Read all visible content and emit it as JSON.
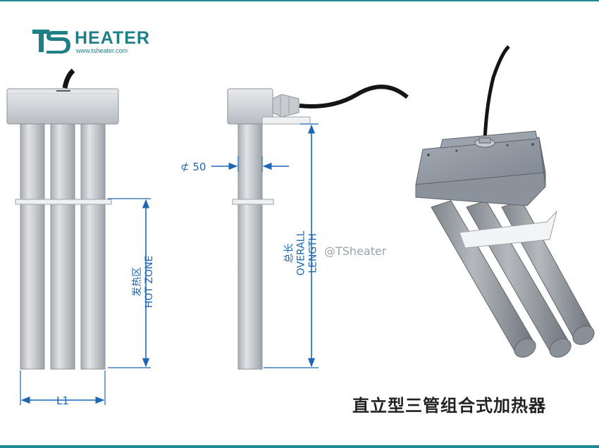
{
  "brand": {
    "mark": "TS",
    "name": "HEATER",
    "url": "www.tsheater.com",
    "color": "#1e7f86"
  },
  "dimensions": {
    "hot_zone_cn": "发热区",
    "hot_zone_en": "HOT ZONE",
    "overall_cn": "总长",
    "overall_en_1": "OVERALL",
    "overall_en_2": "LENGTH",
    "diameter": "⊄ 50",
    "width": "L1",
    "dim_color": "#1d67b5"
  },
  "watermark": "@TSheater",
  "caption": "直立型三管组合式加热器"
}
